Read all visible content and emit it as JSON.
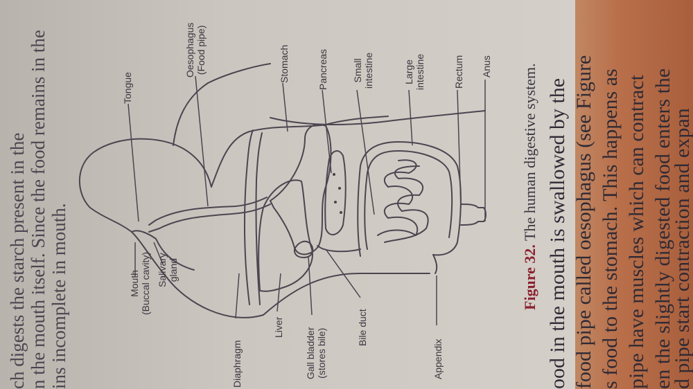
{
  "top_text": [
    "ch digests the starch present in the",
    "n the mouth itself. Since the food remains in the",
    "ins incomplete in mouth."
  ],
  "labels": {
    "mouth": [
      "Mouth",
      "(Buccal cavity)"
    ],
    "salivary": [
      "Salivary",
      "gland"
    ],
    "tongue": [
      "Tongue"
    ],
    "oesophagus": [
      "Oesophagus",
      "(Food pipe)"
    ],
    "stomach": [
      "Stomach"
    ],
    "pancreas": [
      "Pancreas"
    ],
    "small_intestine": [
      "Small",
      "intestine"
    ],
    "large_intestine": [
      "Large",
      "intestine"
    ],
    "rectum": [
      "Rectum"
    ],
    "anus": [
      "Anus"
    ],
    "diaphragm": [
      "Diaphragm"
    ],
    "liver": [
      "Liver"
    ],
    "gall_bladder": [
      "Gall bladder",
      "(stores bile)"
    ],
    "bile_duct": [
      "Bile duct"
    ],
    "appendix": [
      "Appendix"
    ]
  },
  "caption": {
    "figure": "Figure 32.",
    "text": "The human digestive system."
  },
  "body_text": [
    "ood in the mouth is swallowed by the",
    "food pipe called oesophagus (see Figure",
    "s food to the stomach. This happens as",
    "pipe have muscles which can contract",
    "en the slightly digested food enters the",
    "d pipe start contraction and expan"
  ]
}
